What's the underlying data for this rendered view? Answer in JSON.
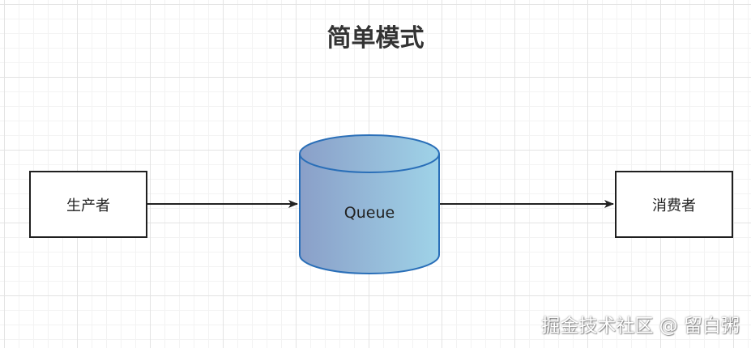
{
  "diagram": {
    "title": "简单模式",
    "nodes": {
      "producer": {
        "label": "生产者"
      },
      "queue": {
        "label": "Queue"
      },
      "consumer": {
        "label": "消费者"
      }
    },
    "edges": [
      {
        "from": "producer",
        "to": "queue"
      },
      {
        "from": "queue",
        "to": "consumer"
      }
    ],
    "colors": {
      "queue_gradient_start": "#8a9fc8",
      "queue_gradient_end": "#9fd3e8",
      "queue_stroke": "#2a6fb8",
      "edge": "#222222",
      "node_border": "#1f1f1f"
    }
  },
  "watermark": {
    "text": "掘金技术社区 @ 留白粥"
  }
}
